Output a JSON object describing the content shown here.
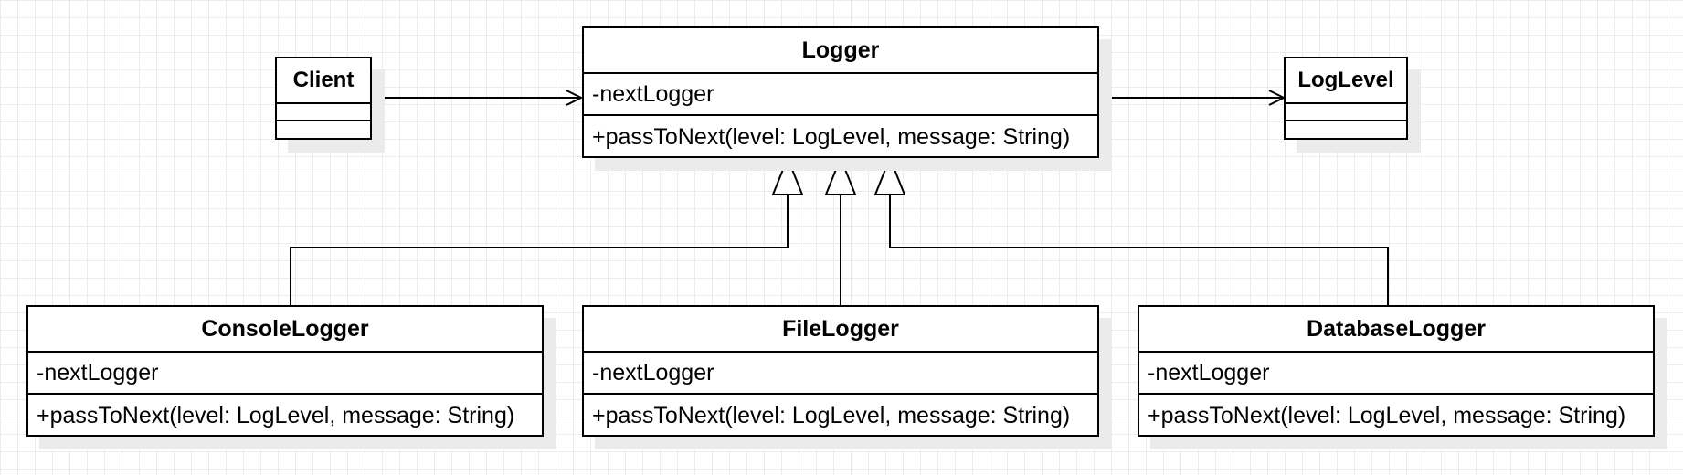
{
  "diagram": {
    "classes": {
      "client": {
        "name": "Client",
        "attributes": "",
        "methods": ""
      },
      "logger": {
        "name": "Logger",
        "attributes": "-nextLogger",
        "methods": "+passToNext(level: LogLevel, message: String)"
      },
      "loglevel": {
        "name": "LogLevel",
        "attributes": "",
        "methods": ""
      },
      "console_logger": {
        "name": "ConsoleLogger",
        "attributes": "-nextLogger",
        "methods": "+passToNext(level: LogLevel, message: String)"
      },
      "file_logger": {
        "name": "FileLogger",
        "attributes": "-nextLogger",
        "methods": "+passToNext(level: LogLevel, message: String)"
      },
      "database_logger": {
        "name": "DatabaseLogger",
        "attributes": "-nextLogger",
        "methods": "+passToNext(level: LogLevel, message: String)"
      }
    },
    "relations": [
      {
        "from": "Client",
        "to": "Logger",
        "type": "association"
      },
      {
        "from": "Logger",
        "to": "LogLevel",
        "type": "association"
      },
      {
        "from": "ConsoleLogger",
        "to": "Logger",
        "type": "generalization"
      },
      {
        "from": "FileLogger",
        "to": "Logger",
        "type": "generalization"
      },
      {
        "from": "DatabaseLogger",
        "to": "Logger",
        "type": "generalization"
      }
    ],
    "colors": {
      "background": "#ffffff",
      "grid": "#ececec",
      "line": "#000000",
      "shadow": "#ebebeb"
    }
  }
}
